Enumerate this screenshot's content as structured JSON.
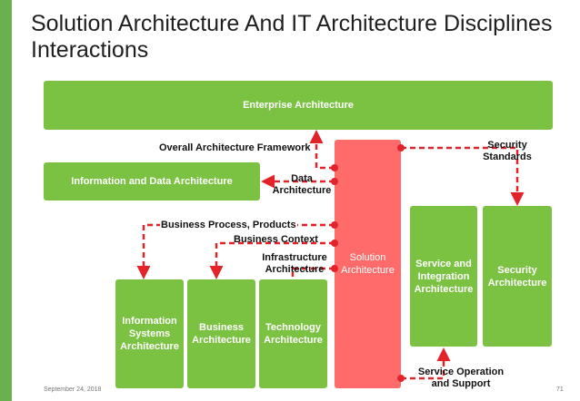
{
  "colors": {
    "accent": "#6ab04c",
    "box_green": "#7cc242",
    "solution_red": "#ff6b6b",
    "connector_red": "#e3232a"
  },
  "title": "Solution Architecture And IT Architecture Disciplines Interactions",
  "boxes": {
    "enterprise": "Enterprise Architecture",
    "info_data": "Information and Data Architecture",
    "solution": "Solution Architecture",
    "service_integration": "Service and Integration Architecture",
    "security": "Security Architecture",
    "info_systems": "Information Systems Architecture",
    "business": "Business Architecture",
    "technology": "Technology Architecture"
  },
  "labels": {
    "overall_framework": "Overall Architecture Framework",
    "data_architecture": "Data Architecture",
    "business_process": "Business Process, Products",
    "business_context": "Business Context",
    "infrastructure": "Infrastructure Architecture",
    "security_standards": "Security Standards",
    "service_operation": "Service Operation and Support"
  },
  "footer": {
    "date": "September 24, 2018",
    "page": "71"
  }
}
